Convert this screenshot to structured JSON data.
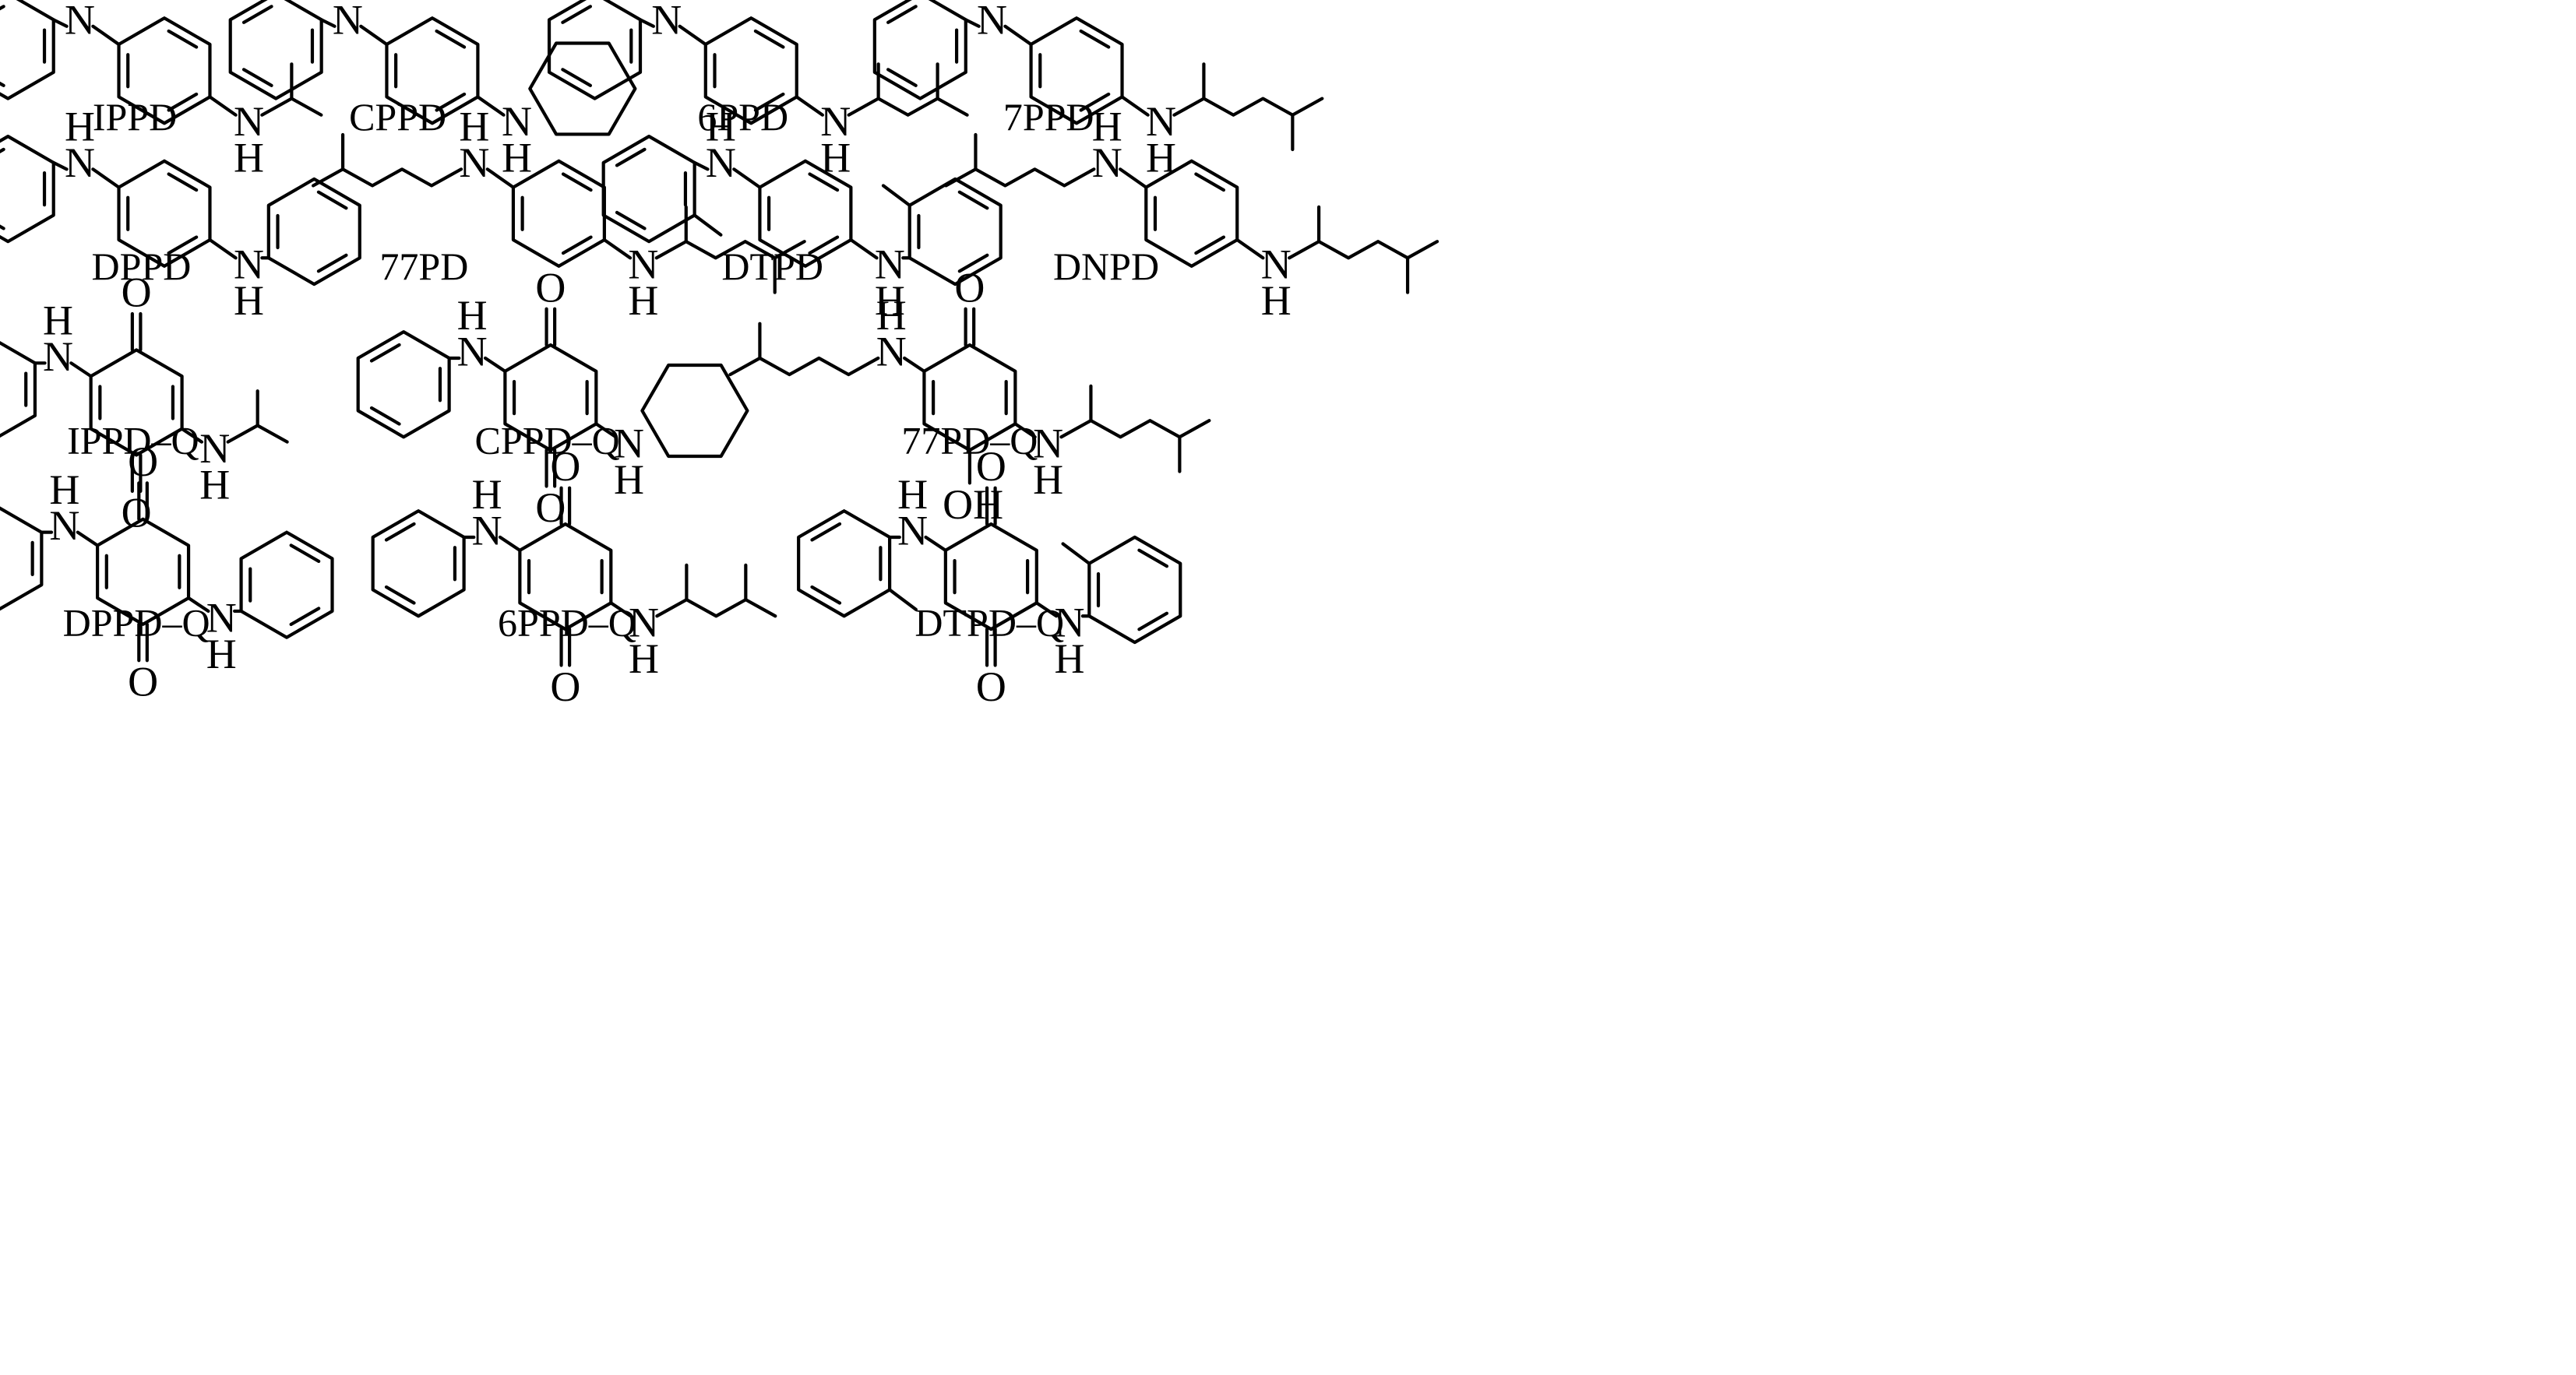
{
  "figure": {
    "title": "",
    "background": "#ffffff",
    "ink": "#000000"
  },
  "compounds": [
    {
      "id": "ippd",
      "name": "IPPD",
      "atoms": [
        "H",
        "N",
        "N",
        "H"
      ]
    },
    {
      "id": "cppd",
      "name": "CPPD",
      "atoms": [
        "H",
        "N",
        "N",
        "H"
      ]
    },
    {
      "id": "6ppd",
      "name": "6PPD",
      "atoms": [
        "H",
        "N",
        "N",
        "H"
      ]
    },
    {
      "id": "7ppd",
      "name": "7PPD",
      "atoms": [
        "H",
        "N",
        "N",
        "H"
      ]
    },
    {
      "id": "dppd",
      "name": "DPPD",
      "atoms": [
        "H",
        "N",
        "N",
        "H"
      ]
    },
    {
      "id": "77pd",
      "name": "77PD",
      "atoms": [
        "H",
        "N",
        "N",
        "H"
      ]
    },
    {
      "id": "dtpd",
      "name": "DTPD",
      "atoms": [
        "H",
        "N",
        "N",
        "H"
      ]
    },
    {
      "id": "dnpd",
      "name": "DNPD",
      "atoms": [
        "H",
        "N",
        "N",
        "H"
      ]
    },
    {
      "id": "ippd-q",
      "name": "IPPD–Q",
      "atoms": [
        "H",
        "N",
        "N",
        "H",
        "O",
        "O"
      ]
    },
    {
      "id": "cppd-q",
      "name": "CPPD–Q",
      "atoms": [
        "H",
        "N",
        "N",
        "H",
        "O",
        "O"
      ]
    },
    {
      "id": "77pd-q",
      "name": "77PD–Q",
      "atoms": [
        "H",
        "N",
        "N",
        "H",
        "O",
        "OH"
      ]
    },
    {
      "id": "dppd-q",
      "name": "DPPD–Q",
      "atoms": [
        "H",
        "N",
        "N",
        "H",
        "O",
        "O"
      ]
    },
    {
      "id": "6ppd-q",
      "name": "6PPD–Q",
      "atoms": [
        "H",
        "N",
        "N",
        "H",
        "O",
        "O"
      ]
    },
    {
      "id": "dtpd-q",
      "name": "DTPD–Q",
      "atoms": [
        "H",
        "N",
        "N",
        "H",
        "O",
        "O"
      ]
    }
  ]
}
